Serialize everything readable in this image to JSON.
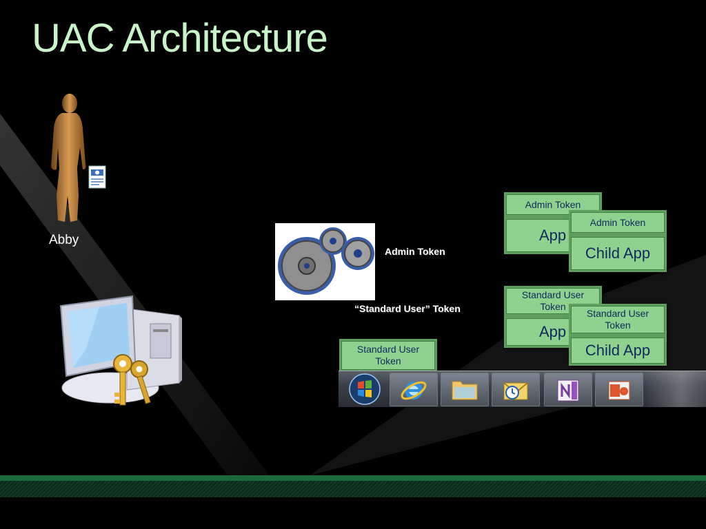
{
  "slide": {
    "title": "UAC Architecture",
    "user_name": "Abby"
  },
  "tokens": {
    "process_admin_caption": "Admin Token",
    "process_standard_caption": "“Standard User” Token",
    "explorer_token": "Standard User Token"
  },
  "admin_stack": {
    "token": "Admin Token",
    "app": "App",
    "child_token": "Admin Token",
    "child_app": "Child App"
  },
  "standard_stack": {
    "token": "Standard User Token",
    "app": "App",
    "child_token": "Standard User Token",
    "child_app": "Child App"
  },
  "taskbar": {
    "items": [
      "start-orb-icon",
      "internet-explorer-icon",
      "explorer-folder-icon",
      "outlook-icon",
      "onenote-icon",
      "powerpoint-icon"
    ]
  },
  "colors": {
    "background": "#000000",
    "title": "#c8f5c8",
    "token_box": "#8fd18f",
    "token_border": "#5f9f5f",
    "token_text": "#0f2a5a",
    "footer_band": "#1b6a3a"
  }
}
